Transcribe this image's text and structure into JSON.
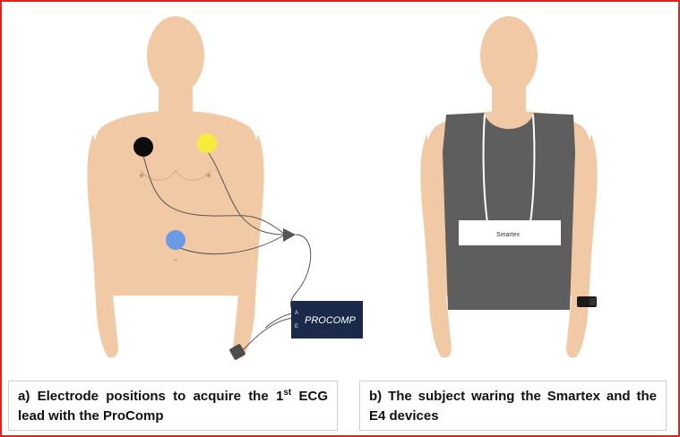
{
  "figure": {
    "panel_a": {
      "device_label": "PROCOMP",
      "device_port_labels": [
        "A",
        "E"
      ],
      "electrode_colors": [
        "#0d0d0d",
        "#f5ec3c",
        "#6a9ae6"
      ],
      "caption_part1": "a) Electrode positions to acquire the 1",
      "caption_sup": "st",
      "caption_part2": " ECG lead with the ProComp"
    },
    "panel_b": {
      "vest_label": "Smartex",
      "caption": "b) The subject waring the Smartex and the E4 devices"
    },
    "colors": {
      "skin": "#f1c9a5",
      "vest": "#5e5e5e",
      "device": "#1b2a4a",
      "border": "#e8201c"
    }
  }
}
